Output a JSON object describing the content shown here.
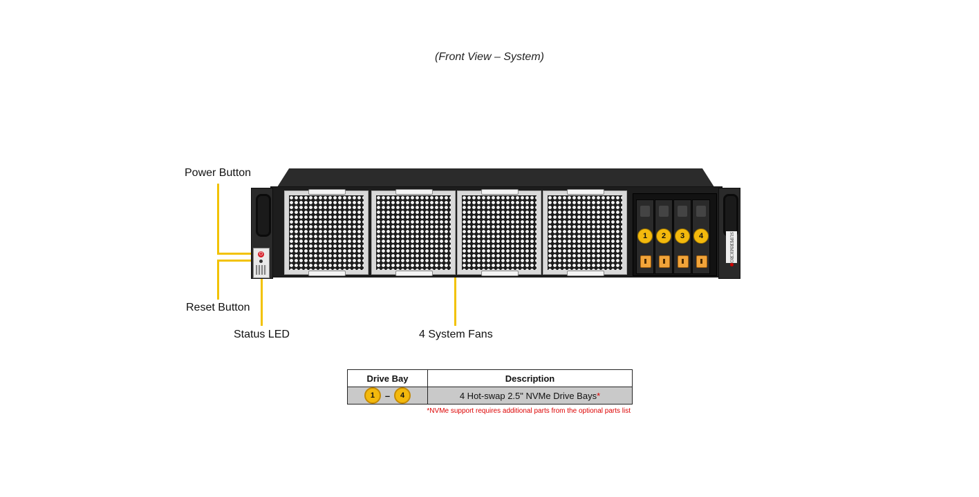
{
  "title": "(Front View – System)",
  "callouts": {
    "power_button": "Power Button",
    "reset_button": "Reset Button",
    "status_led": "Status LED",
    "system_fans": "4 System Fans"
  },
  "chassis": {
    "brand": "SUPERMICRO",
    "power_symbol": "⏻",
    "drive_bays": [
      "1",
      "2",
      "3",
      "4"
    ]
  },
  "table": {
    "headers": [
      "Drive Bay",
      "Description"
    ],
    "row": {
      "bay_start": "1",
      "bay_separator": "–",
      "bay_end": "4",
      "description": "4 Hot-swap 2.5\" NVMe Drive Bays",
      "asterisk": "*"
    }
  },
  "footnote": "*NVMe support requires additional parts from the optional parts list",
  "colors": {
    "callout_line": "#f2c200",
    "badge": "#f3b90d",
    "footnote": "#dd0000",
    "table_row": "#c9c9c9"
  }
}
